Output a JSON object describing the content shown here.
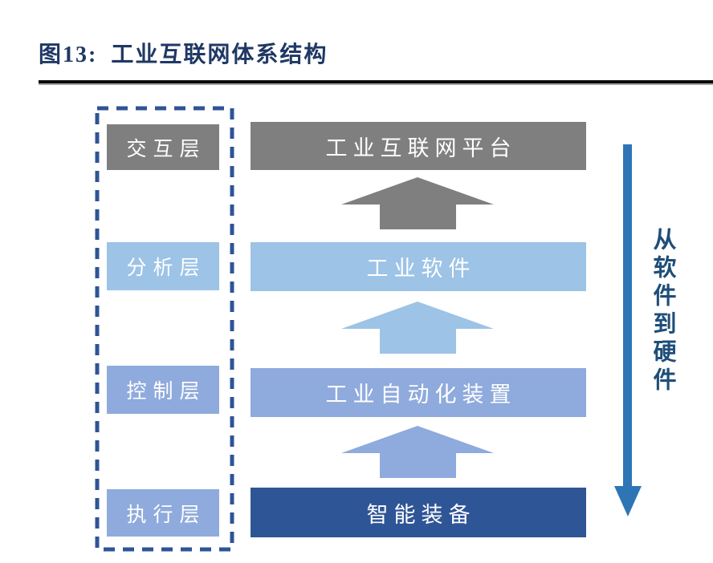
{
  "figure": {
    "title": "图13: 工业互联网体系结构"
  },
  "colors": {
    "title_navy": "#1F3864",
    "rule_black": "#0a0a0a",
    "dashed_border": "#2F5496",
    "gray": "#7F7F7F",
    "light_blue": "#9DC3E6",
    "medium_blue": "#8FAADC",
    "dark_blue": "#2E5596",
    "flow_arrow_blue": "#2E75B6",
    "flow_note_navy": "#1F4E79"
  },
  "diagram": {
    "layers": [
      {
        "label": "交互层",
        "bar": "工业互联网平台"
      },
      {
        "label": "分析层",
        "bar": "工业软件"
      },
      {
        "label": "控制层",
        "bar": "工业自动化装置"
      },
      {
        "label": "执行层",
        "bar": "智能装备"
      }
    ],
    "flow_note": "从软件到硬件"
  }
}
